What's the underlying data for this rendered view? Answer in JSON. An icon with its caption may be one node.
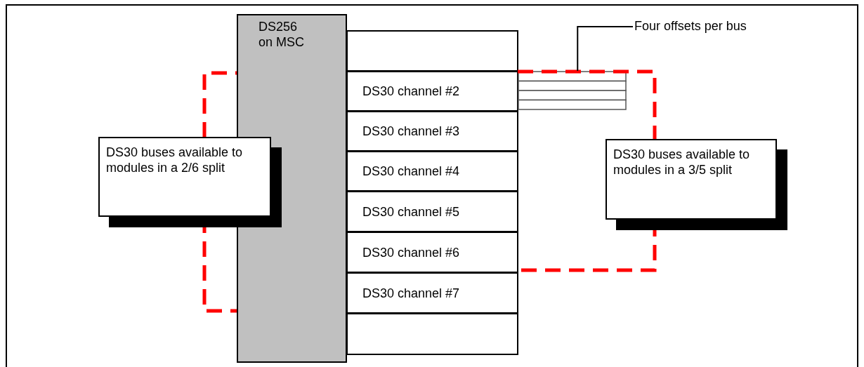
{
  "diagram": {
    "nodes": [
      {
        "text": [
          "DS256 on MSC"
        ]
      },
      {
        "text": [],
        "shape": "box"
      },
      {
        "text": [
          "DS30 channel #2"
        ]
      },
      {
        "text": [
          "DS30 channel #3"
        ]
      },
      {
        "text": [
          "DS30 channel #4"
        ]
      },
      {
        "text": [
          "DS30 channel #5"
        ]
      },
      {
        "text": [
          "DS30 channel #6"
        ]
      },
      {
        "text": [
          "DS30 channel #7"
        ]
      },
      {
        "text": [],
        "shape": "box"
      },
      {
        "text": [],
        "shape": "box"
      },
      {
        "text": [
          "Four offsets per bus"
        ]
      },
      {
        "text": [
          "DS30 buses available to modules in a 2/6 split"
        ]
      },
      {
        "text": [
          "DS30 buses available to modules in a 3/5 split"
        ]
      }
    ],
    "edges": [
      {
        "from": 10,
        "to": 9,
        "arrow": "none"
      }
    ]
  }
}
